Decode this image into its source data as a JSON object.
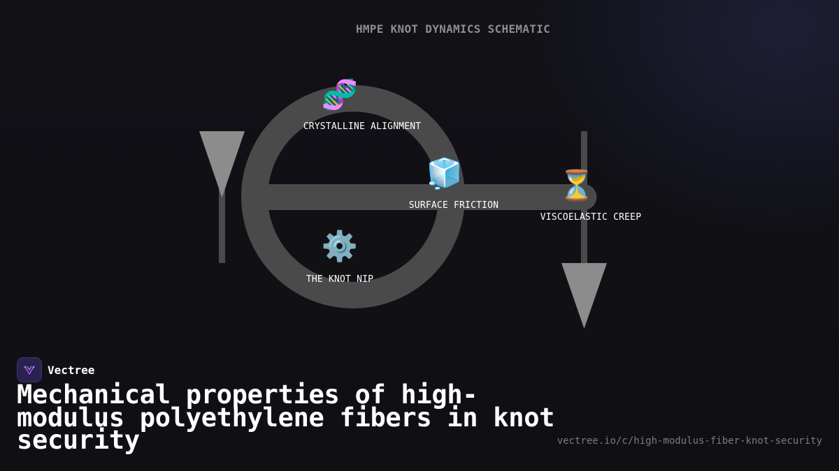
{
  "schematic": {
    "title": "HMPE KNOT DYNAMICS SCHEMATIC"
  },
  "nodes": [
    {
      "icon": "dna-icon",
      "glyph": "🧬",
      "label": "CRYSTALLINE ALIGNMENT"
    },
    {
      "icon": "ice-cube-icon",
      "glyph": "🧊",
      "label": "SURFACE FRICTION"
    },
    {
      "icon": "hourglass-icon",
      "glyph": "⏳",
      "label": "VISCOELASTIC CREEP"
    },
    {
      "icon": "gear-icon",
      "glyph": "⚙️",
      "label": "THE KNOT NIP"
    }
  ],
  "brand": {
    "name": "Vectree"
  },
  "headline": "Mechanical properties of high-modulus polyethylene fibers in knot security",
  "url": "vectree.io/c/high-modulus-fiber-knot-security",
  "colors": {
    "background": "#111116",
    "rope": "#4a4a4a",
    "arrow": "#8c8c8c",
    "brand_accent": "#9b5de5"
  }
}
